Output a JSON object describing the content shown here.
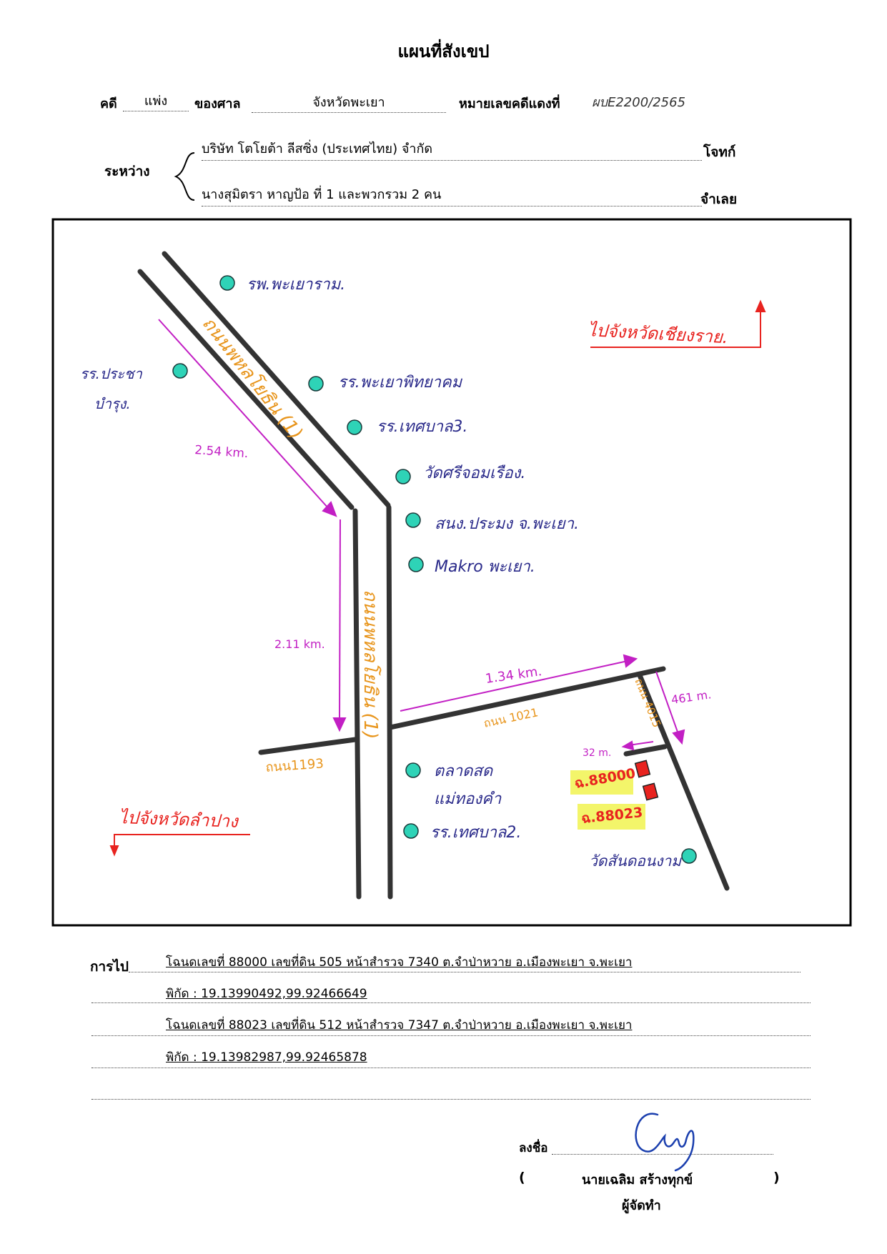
{
  "title": "แผนที่สังเขป",
  "case": {
    "type_label": "คดี",
    "type_value": "แพ่ง",
    "court_label": "ของศาล",
    "court_value": "จังหวัดพะเยา",
    "number_label": "หมายเลขคดีแดงที่",
    "number_value": "ผบE2200/2565"
  },
  "parties": {
    "between_label": "ระหว่าง",
    "plaintiff": "บริษัท โตโยต้า ลีสซิ่ง (ประเทศไทย) จำกัด",
    "plaintiff_label": "โจทก์",
    "defendant": "นางสุมิตรา หาญป้อ  ที่ 1 และพวกรวม 2 คน",
    "defendant_label": "จำเลย"
  },
  "map": {
    "highway_upper_label": "ถนนพหลโยธิน (1)",
    "highway_lower_label": "ถนนพหลโยธิน (1)",
    "road_1193_label": "ถนน1193",
    "road_1021_label": "ถนน 1021",
    "road_4015_label": "ถนน 4015",
    "dist_254": "2.54 km.",
    "dist_211": "2.11 km.",
    "dist_134": "1.34 km.",
    "dist_461": "461 m.",
    "dist_32": "32 m.",
    "dir_chiangrai": "ไปจังหวัดเชียงราย.",
    "dir_lampang": "ไปจังหวัดลำปาง",
    "landmarks": {
      "hospital": "รพ.พะเยาราม.",
      "school_pracha_1": "รร.ประชา",
      "school_pracha_2": "บำรุง.",
      "school_phayao": "รร.พะเยาพิทยาคม",
      "school_muni3": "รร.เทศบาล3.",
      "temple_si": "วัดศรีจอมเรือง.",
      "stadium": "สนง.ประมง จ.พะเยา.",
      "makro": "Makro พะเยา.",
      "market_1": "ตลาดสด",
      "market_2": "แม่ทองคำ",
      "school_muni2": "รร.เทศบาล2.",
      "temple_san": "วัดสันดอนงาม"
    },
    "plot_labels": [
      "ฉ.88000",
      "ฉ.88023"
    ],
    "colors": {
      "road": "#333333",
      "landmark_dot": "#2ed3b7",
      "landmark_text": "#2a2a8a",
      "road_label": "#e8951c",
      "distance": "#c21fc4",
      "direction": "#e8231f",
      "plot_fill": "#e8231f",
      "plot_highlight": "#f3f56a"
    }
  },
  "footer": {
    "go_label": "การไป",
    "line1": "โฉนดเลขที่ 88000 เลขที่ดิน 505 หน้าสำรวจ 7340 ต.จำป่าหวาย อ.เมืองพะเยา จ.พะเยา",
    "line2": "พิกัด : 19.13990492,99.92466649",
    "line3": "โฉนดเลขที่ 88023 เลขที่ดิน 512 หน้าสำรวจ 7347 ต.จำป่าหวาย อ.เมืองพะเยา จ.พะเยา",
    "line4": "พิกัด : 19.13982987,99.92465878"
  },
  "signature": {
    "sign_label": "ลงชื่อ",
    "open_paren": "(",
    "name": "นายเฉลิม  สร้างทุกข์",
    "close_paren": ")",
    "role": "ผู้จัดทำ"
  }
}
